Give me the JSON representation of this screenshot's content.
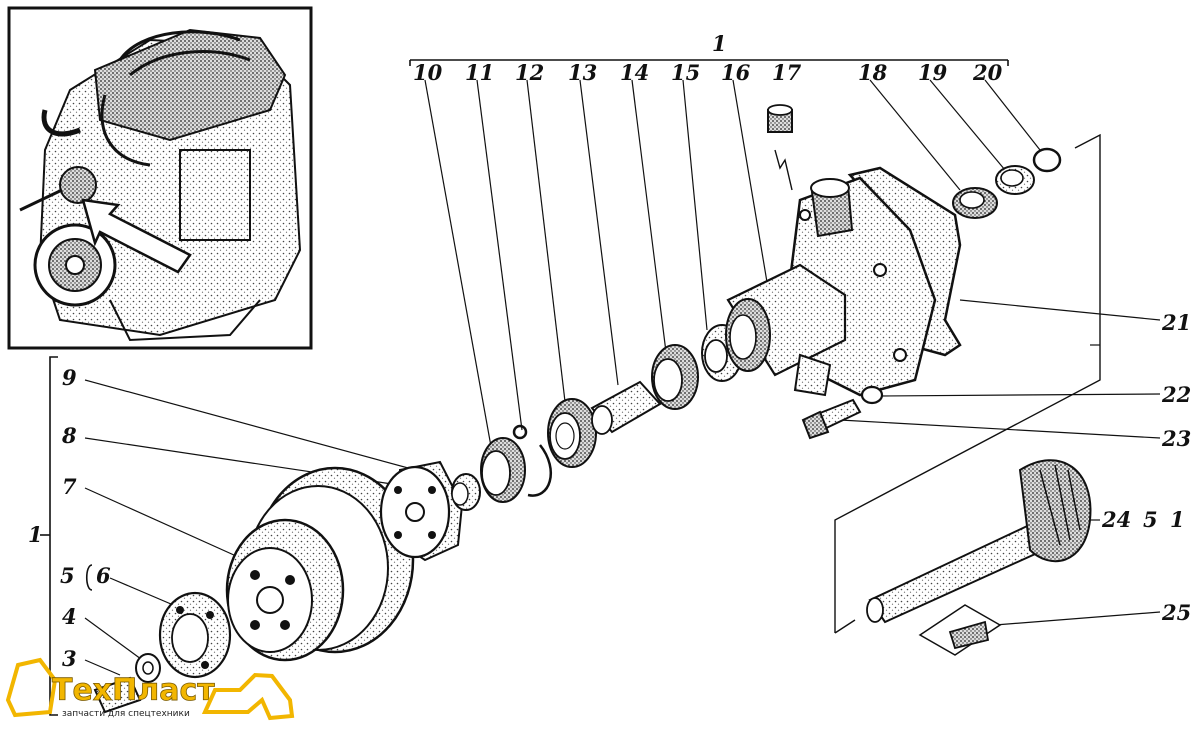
{
  "diagram": {
    "callouts": {
      "c1_top": "1",
      "c10": "10",
      "c11": "11",
      "c12": "12",
      "c13": "13",
      "c14": "14",
      "c15": "15",
      "c16": "16",
      "c17": "17",
      "c18": "18",
      "c19": "19",
      "c20": "20",
      "c21": "21",
      "c22": "22",
      "c23": "23",
      "c24": "24",
      "c24_bracket": "5",
      "c24_group": "1",
      "c25": "25",
      "c9": "9",
      "c8": "8",
      "c7": "7",
      "c5": "5",
      "c6": "6",
      "c4": "4",
      "c3": "3",
      "c1_left": "1"
    },
    "logo": {
      "brand": "ТехПласт",
      "tagline": "запчасти для спецтехники",
      "brand_color": "#f2b600"
    }
  }
}
